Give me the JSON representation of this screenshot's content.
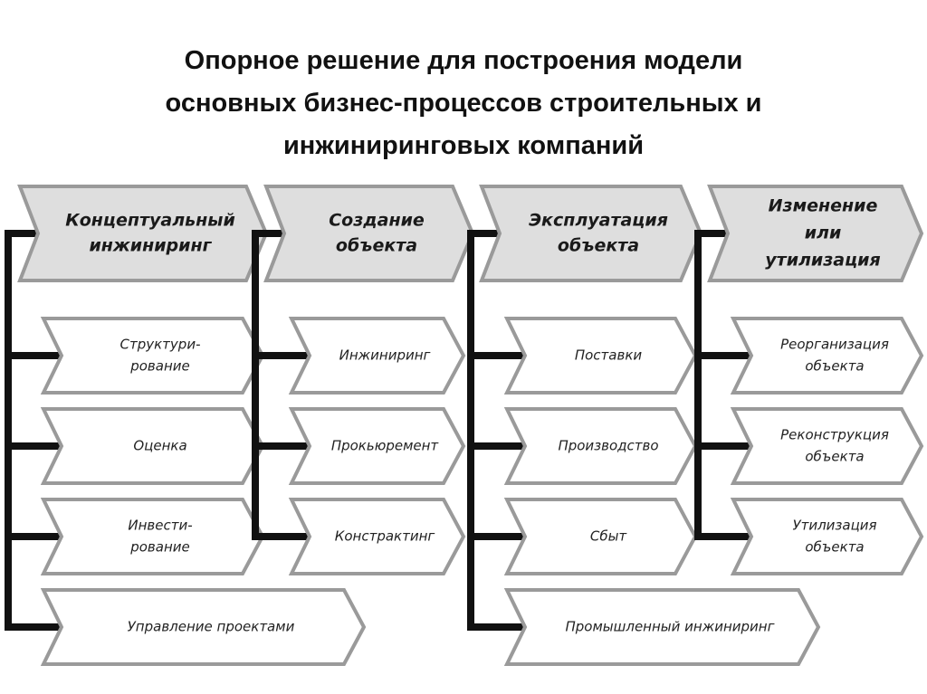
{
  "title": {
    "lines": [
      "Опорное решение для построения модели",
      "основных бизнес-процессов строительных и",
      "инжиниринговых компаний"
    ]
  },
  "colors": {
    "header_fill": "#dedede",
    "chevron_stroke": "#9a9a9a",
    "item_fill": "#ffffff",
    "connector": "#111111"
  },
  "columns": [
    {
      "header": [
        "Концептуальный",
        "инжиниринг"
      ],
      "items": [
        [
          "Структури-",
          "рование"
        ],
        [
          "Оценка"
        ],
        [
          "Инвести-",
          "рование"
        ],
        [
          "Управление проектами"
        ]
      ]
    },
    {
      "header": [
        "Создание",
        "объекта"
      ],
      "items": [
        [
          "Инжиниринг"
        ],
        [
          "Прокьюремент"
        ],
        [
          "Констрактинг"
        ]
      ]
    },
    {
      "header": [
        "Эксплуатация",
        "объекта"
      ],
      "items": [
        [
          "Поставки"
        ],
        [
          "Производство"
        ],
        [
          "Сбыт"
        ],
        [
          "Промышленный инжиниринг"
        ]
      ]
    },
    {
      "header": [
        "Изменение",
        "или",
        "утилизация"
      ],
      "items": [
        [
          "Реорганизация",
          "объекта"
        ],
        [
          "Реконструкция",
          "объекта"
        ],
        [
          "Утилизация",
          "объекта"
        ]
      ]
    }
  ]
}
